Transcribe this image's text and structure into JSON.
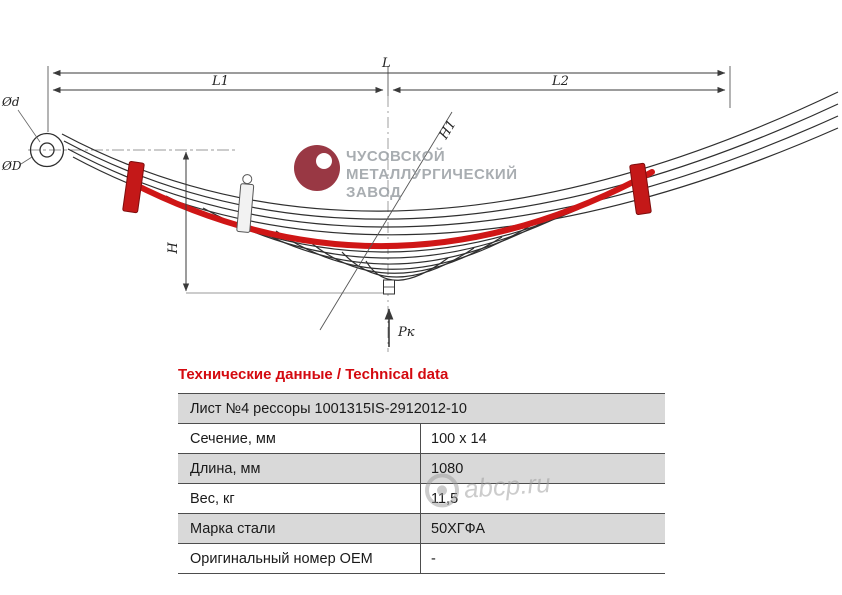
{
  "drawing": {
    "dims": {
      "L": "L",
      "L1": "L1",
      "L2": "L2",
      "H": "H",
      "H1": "H1",
      "Pk": "Pк",
      "d_small": "Ød",
      "d_big": "ØD"
    },
    "highlight_color": "#cf1616"
  },
  "logo": {
    "line1": "ЧУСОВСКОЙ",
    "line2": "МЕТАЛЛУРГИЧЕСКИЙ",
    "line3": "ЗАВОД"
  },
  "watermark": {
    "site": "abcp.ru"
  },
  "table": {
    "title": "Технические данные / Technical data",
    "header": "Лист №4 рессоры 1001315IS-2912012-10",
    "rows": [
      {
        "label": "Сечение, мм",
        "value": "100 x 14"
      },
      {
        "label": "Длина, мм",
        "value": "1080"
      },
      {
        "label": "Вес, кг",
        "value": "11,5"
      },
      {
        "label": "Марка стали",
        "value": "50ХГФА"
      },
      {
        "label": "Оригинальный номер OEM",
        "value": "-"
      }
    ]
  },
  "colors": {
    "accent": "#d40a10",
    "table_gray": "#d9d9d9"
  }
}
